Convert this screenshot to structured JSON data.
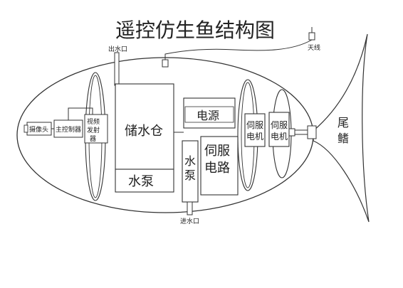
{
  "diagram": {
    "title": "遥控仿生鱼结构图",
    "labels": {
      "outlet": "出水口",
      "antenna": "天线",
      "camera": "摄像头",
      "controller": "主控制器",
      "video_tx_1": "视频",
      "video_tx_2": "发射",
      "video_tx_3": "器",
      "water_tank": "储水仓",
      "water_pump_h": "水泵",
      "power": "电源",
      "water_pump_v_1": "水",
      "water_pump_v_2": "泵",
      "servo_circuit_1": "伺服",
      "servo_circuit_2": "电路",
      "servo_motor_a_1": "伺服",
      "servo_motor_a_2": "电机",
      "servo_motor_b_1": "伺服",
      "servo_motor_b_2": "电机",
      "tail_fin_1": "尾",
      "tail_fin_2": "鳍",
      "inlet": "进水口"
    }
  }
}
